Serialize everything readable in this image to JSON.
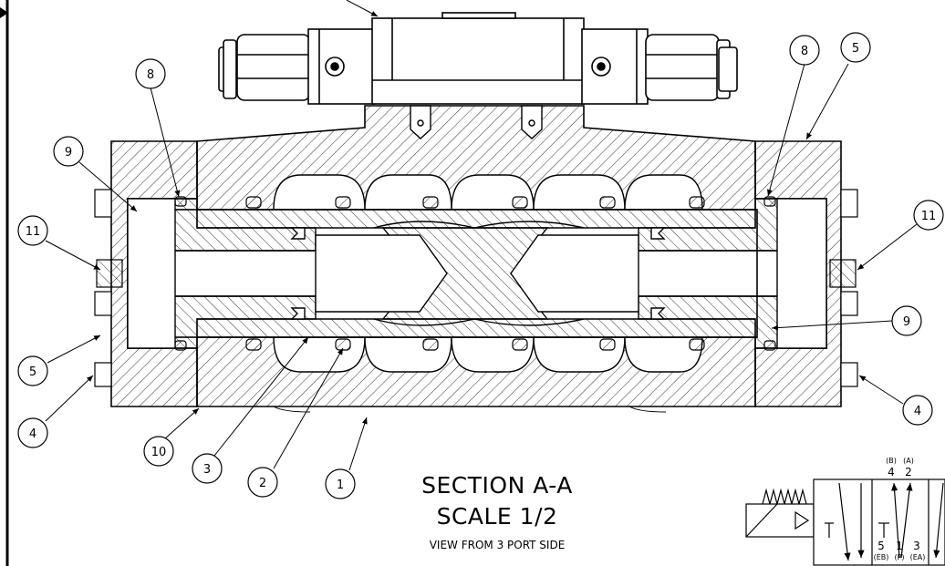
{
  "section": {
    "title": "SECTION A-A",
    "scale": "SCALE 1/2",
    "view": "VIEW FROM 3 PORT SIDE"
  },
  "balloons": [
    {
      "id": "b8-left",
      "label": "8"
    },
    {
      "id": "b9-left",
      "label": "9"
    },
    {
      "id": "b11-left",
      "label": "11"
    },
    {
      "id": "b5-left",
      "label": "5"
    },
    {
      "id": "b4-left",
      "label": "4"
    },
    {
      "id": "b10",
      "label": "10"
    },
    {
      "id": "b3",
      "label": "3"
    },
    {
      "id": "b2",
      "label": "2"
    },
    {
      "id": "b1",
      "label": "1"
    },
    {
      "id": "b8-right",
      "label": "8"
    },
    {
      "id": "b5-right",
      "label": "5"
    },
    {
      "id": "b11-right",
      "label": "11"
    },
    {
      "id": "b9-right",
      "label": "9"
    },
    {
      "id": "b4-right",
      "label": "4"
    }
  ],
  "schematic": {
    "top_ports": {
      "b": "(B)",
      "a": "(A)",
      "four": "4",
      "two": "2"
    },
    "bottom_ports": {
      "five": "5",
      "one": "1",
      "three": "3",
      "eb": "(EB)",
      "p": "(P)",
      "ea": "(EA)"
    }
  },
  "colors": {
    "line": "#000000",
    "background": "#ffffff"
  }
}
